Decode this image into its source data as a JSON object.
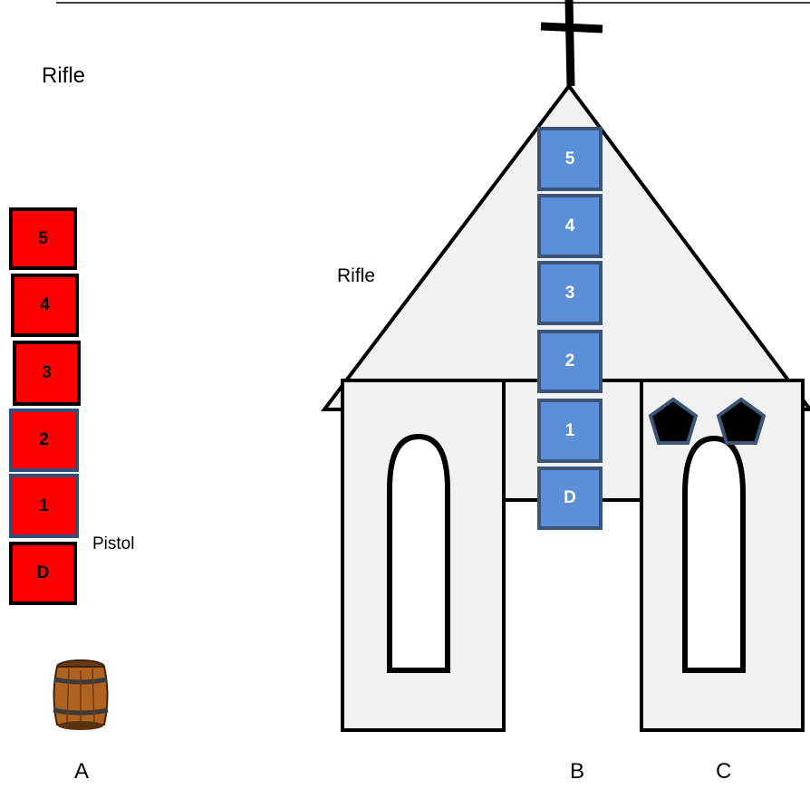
{
  "labels": {
    "rifle_left": "Rifle",
    "rifle_church": "Rifle",
    "pistol": "Pistol",
    "position_a": "A",
    "position_b": "B",
    "position_c": "C"
  },
  "red_column": [
    "5",
    "4",
    "3",
    "2",
    "1",
    "D"
  ],
  "blue_column": [
    "5",
    "4",
    "3",
    "2",
    "1",
    "D"
  ],
  "icons": {
    "barrel": "barrel-icon",
    "cross": "cross-icon",
    "pentagons": "pentagon-icon"
  },
  "colors": {
    "red_box": "#ff0000",
    "blue_box": "#5b8fd9",
    "church_fill": "#f2f2f2"
  }
}
